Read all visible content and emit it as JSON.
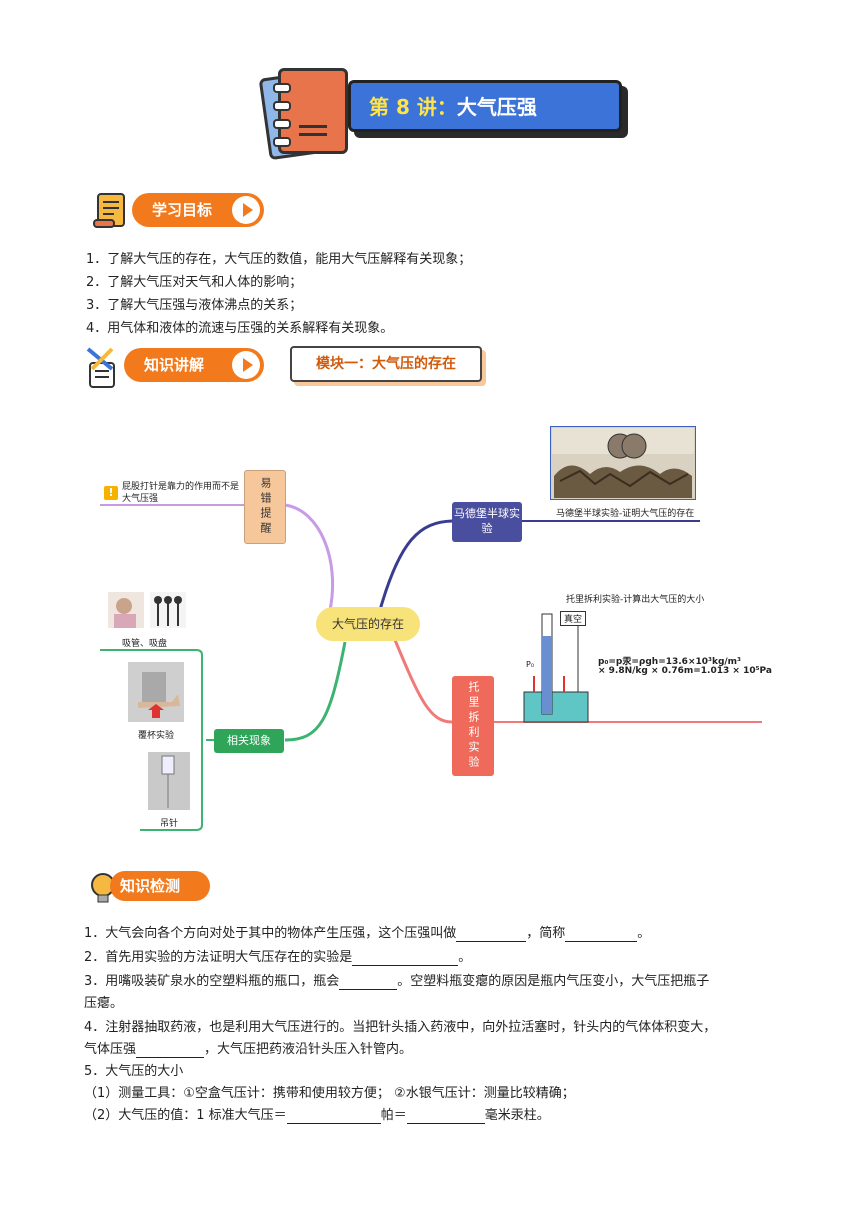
{
  "title": {
    "number_part": "第 8 讲：",
    "rest_part": "大气压强"
  },
  "sections": {
    "goals_label": "学习目标",
    "knowledge_label": "知识讲解",
    "check_label": "知识检测"
  },
  "goals": [
    "1．了解大气压的存在，大气压的数值，能用大气压解释有关现象；",
    "2．了解大气压对天气和人体的影响；",
    "3．了解大气压强与液体沸点的关系；",
    "4．用气体和液体的流速与压强的关系解释有关现象。"
  ],
  "module_title": "模块一：大气压的存在",
  "mindmap": {
    "center": "大气压的存在",
    "easy_mistake": "易错提醒",
    "easy_mistake_note": "屁股打针是靠力的作用而不是大气压强",
    "magdeburg": "马德堡半球实验",
    "magdeburg_caption": "马德堡半球实验-证明大气压的存在",
    "torricelli": "托里拆利实验",
    "torricelli_caption": "托里拆利实验-计算出大气压的大小",
    "vacuum_label": "真空",
    "p0_label": "P₀",
    "formula_line1": "p₀=p汞=ρgh=13.6×10³kg/m³",
    "formula_line2": "× 9.8N/kg × 0.76m=1.013 × 10⁵Pa",
    "related": "相关现象",
    "straw_caption": "吸管、吸盘",
    "cup_caption": "覆杯实验",
    "drip_caption": "吊针"
  },
  "questions": {
    "q1a": "1．大气会向各个方向对处于其中的物体产生压强，这个压强叫做",
    "q1b": "，简称",
    "q1c": "。",
    "q2a": "2．首先用实验的方法证明大气压存在的实验是",
    "q2b": "。",
    "q3a": "3．用嘴吸装矿泉水的空塑料瓶的瓶口，瓶会",
    "q3b": "。空塑料瓶变瘪的原因是瓶内气压变小，大气压把瓶子",
    "q3c": "压瘪。",
    "q4a": "4．注射器抽取药液，也是利用大气压进行的。当把针头插入药液中，向外拉活塞时，针头内的气体体积变大，",
    "q4b": "气体压强",
    "q4c": "，大气压把药液沿针头压入针管内。",
    "q5": "5．大气压的大小",
    "q5_1": "（1）测量工具：①空盒气压计：携带和使用较方便；  ②水银气压计：测量比较精确；",
    "q5_2a": "（2）大气压的值：1 标准大气压＝",
    "q5_2b": "帕＝",
    "q5_2c": "毫米汞柱。"
  },
  "colors": {
    "orange": "#f27a1c",
    "blue_title": "#3b73d9",
    "title_yellow": "#ffe34a"
  }
}
